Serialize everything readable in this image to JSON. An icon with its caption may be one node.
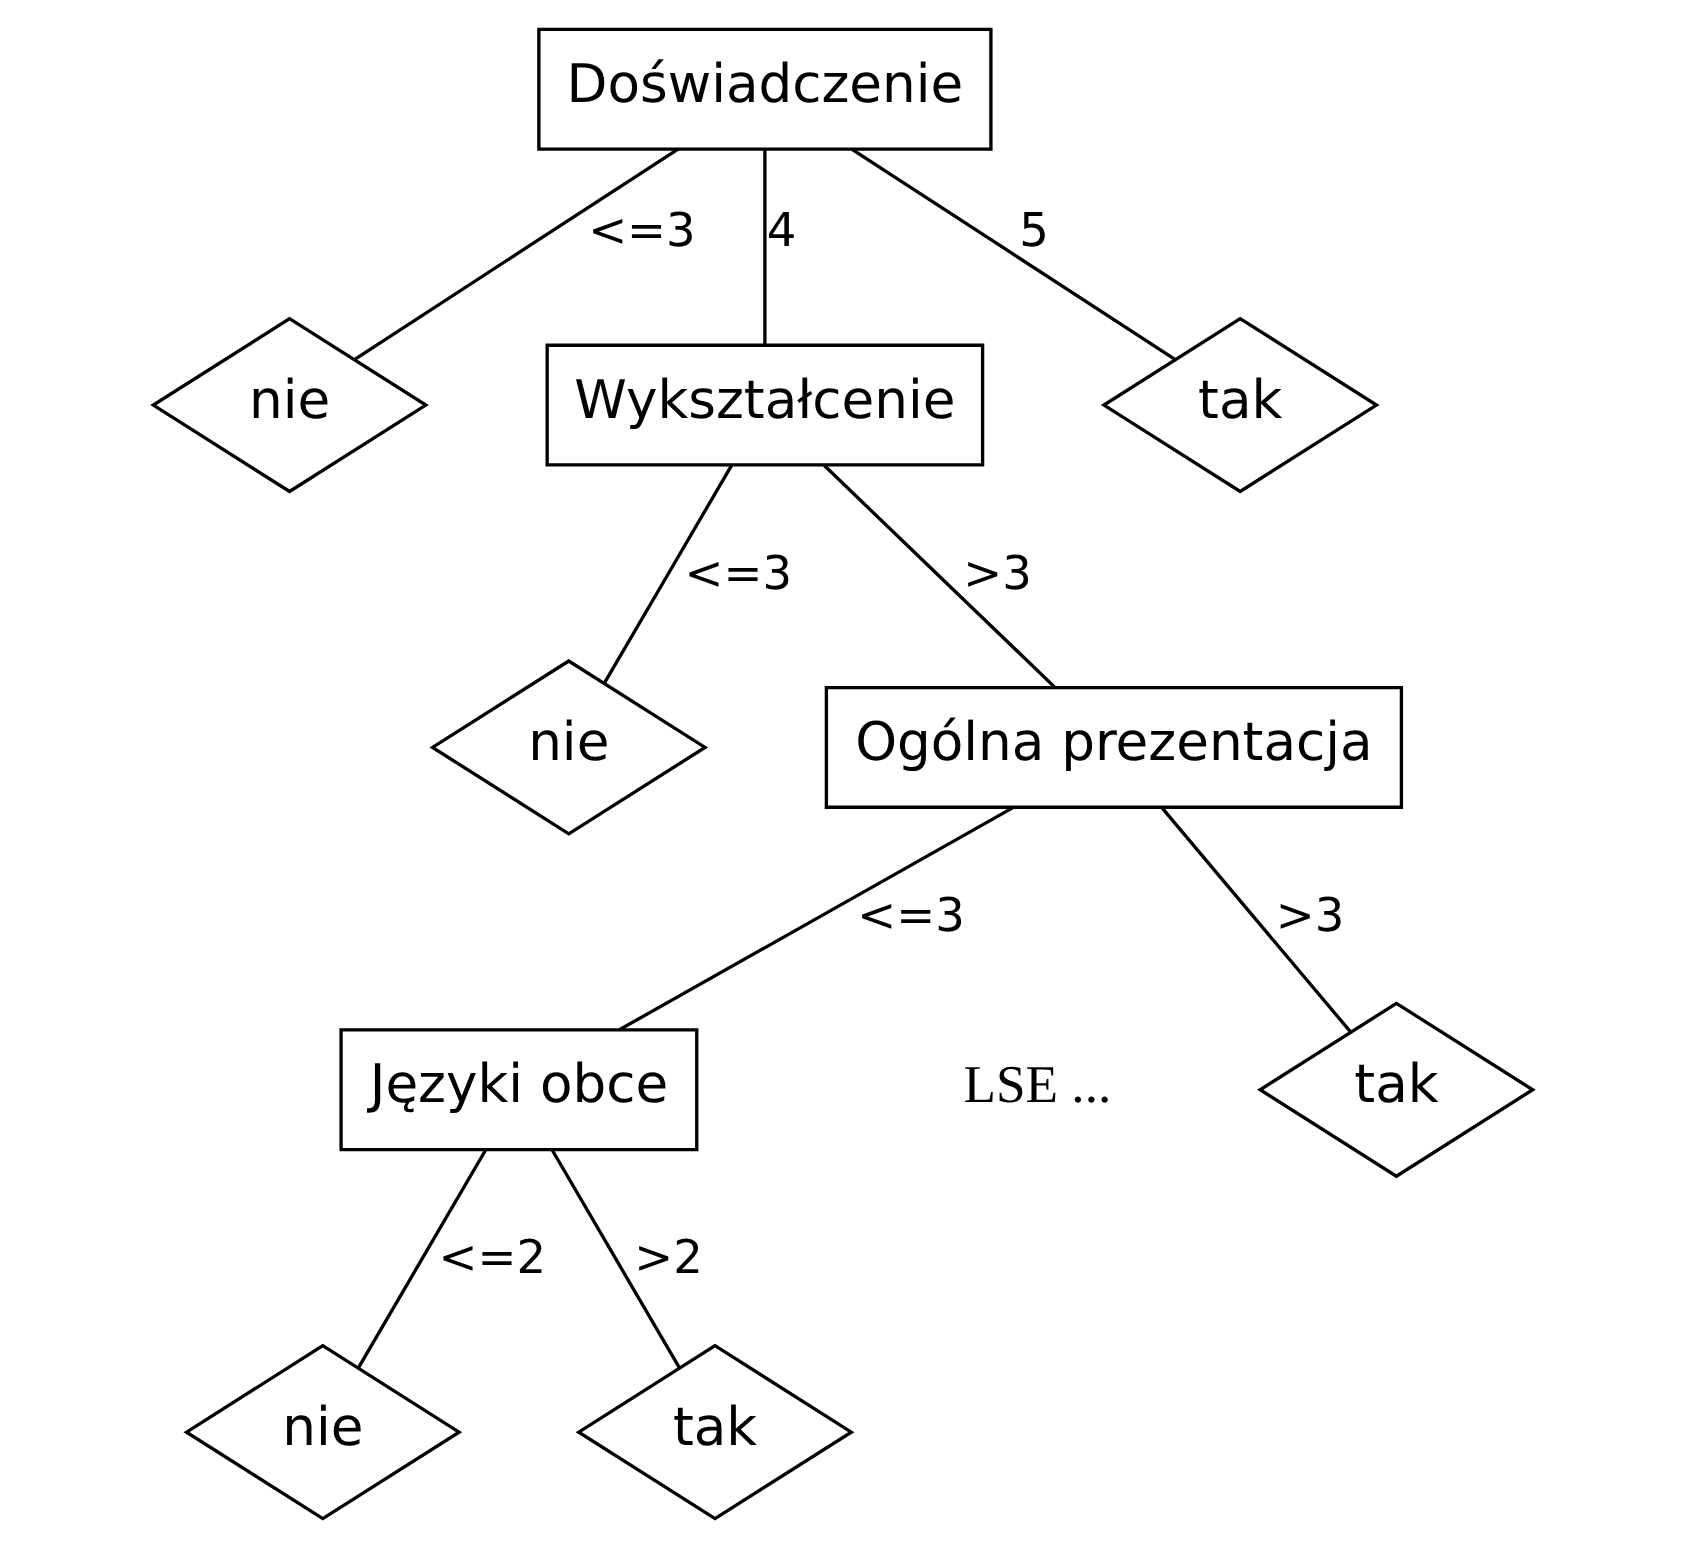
{
  "diagram": {
    "nodes": [
      {
        "text": [
          "Doświadczenie"
        ]
      },
      {
        "text": [
          "nie"
        ]
      },
      {
        "text": [
          "Wykształcenie"
        ]
      },
      {
        "text": [
          "tak"
        ]
      },
      {
        "text": [
          "nie"
        ]
      },
      {
        "text": [
          "Ogólna prezentacja"
        ]
      },
      {
        "text": [
          "Języki obce"
        ]
      },
      {
        "text": [
          "tak"
        ]
      },
      {
        "text": [
          "nie"
        ]
      },
      {
        "text": [
          "tak"
        ]
      }
    ],
    "edges": [
      {
        "from": 0,
        "to": 1,
        "arrow": "none",
        "label": "<=3"
      },
      {
        "from": 0,
        "to": 2,
        "arrow": "none",
        "label": "4"
      },
      {
        "from": 0,
        "to": 3,
        "arrow": "none",
        "label": "5"
      },
      {
        "from": 2,
        "to": 4,
        "arrow": "none",
        "label": "<=3"
      },
      {
        "from": 2,
        "to": 5,
        "arrow": "none",
        "label": ">3"
      },
      {
        "from": 5,
        "to": 6,
        "arrow": "none",
        "label": "<=3"
      },
      {
        "from": 5,
        "to": 7,
        "arrow": "none",
        "label": ">3"
      },
      {
        "from": 6,
        "to": 8,
        "arrow": "none",
        "label": "<=2"
      },
      {
        "from": 6,
        "to": 9,
        "arrow": "none",
        "label": ">2"
      }
    ],
    "labels": [
      "LSE ..."
    ]
  }
}
